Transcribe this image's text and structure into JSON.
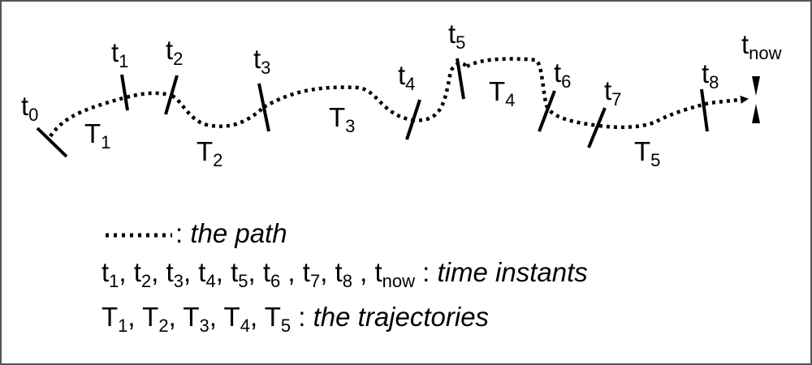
{
  "labels": {
    "t0": {
      "base": "t",
      "sub": "0"
    },
    "t1": {
      "base": "t",
      "sub": "1"
    },
    "t2": {
      "base": "t",
      "sub": "2"
    },
    "t3": {
      "base": "t",
      "sub": "3"
    },
    "t4": {
      "base": "t",
      "sub": "4"
    },
    "t5": {
      "base": "t",
      "sub": "5"
    },
    "t6": {
      "base": "t",
      "sub": "6"
    },
    "t7": {
      "base": "t",
      "sub": "7"
    },
    "t8": {
      "base": "t",
      "sub": "8"
    },
    "tnow": {
      "base": "t",
      "sub": "now"
    },
    "T1": {
      "base": "T",
      "sub": "1"
    },
    "T2": {
      "base": "T",
      "sub": "2"
    },
    "T3": {
      "base": "T",
      "sub": "3"
    },
    "T4": {
      "base": "T",
      "sub": "4"
    },
    "T5": {
      "base": "T",
      "sub": "5"
    }
  },
  "legend": {
    "path": {
      "sep": " : ",
      "desc": "the path"
    },
    "time_instants": {
      "items": [
        {
          "base": "t",
          "sub": "1",
          "sep": ", "
        },
        {
          "base": "t",
          "sub": "2",
          "sep": ", "
        },
        {
          "base": "t",
          "sub": "3",
          "sep": ", "
        },
        {
          "base": "t",
          "sub": "4",
          "sep": ", "
        },
        {
          "base": "t",
          "sub": "5",
          "sep": ", "
        },
        {
          "base": "t",
          "sub": "6",
          "sep": " , "
        },
        {
          "base": "t",
          "sub": "7",
          "sep": ", "
        },
        {
          "base": "t",
          "sub": "8",
          "sep": " , "
        },
        {
          "base": "t",
          "sub": "now",
          "sep": ""
        }
      ],
      "sep": " : ",
      "desc": "time instants"
    },
    "trajectories": {
      "items": [
        {
          "base": "T",
          "sub": "1",
          "sep": ", "
        },
        {
          "base": "T",
          "sub": "2",
          "sep": ", "
        },
        {
          "base": "T",
          "sub": "3",
          "sep": ", "
        },
        {
          "base": "T",
          "sub": "4",
          "sep": ", "
        },
        {
          "base": "T",
          "sub": "5",
          "sep": ""
        }
      ],
      "sep": " : ",
      "desc": "the trajectories"
    }
  },
  "colors": {
    "ink": "#000000",
    "frame": "#555555",
    "background": "#ffffff"
  }
}
